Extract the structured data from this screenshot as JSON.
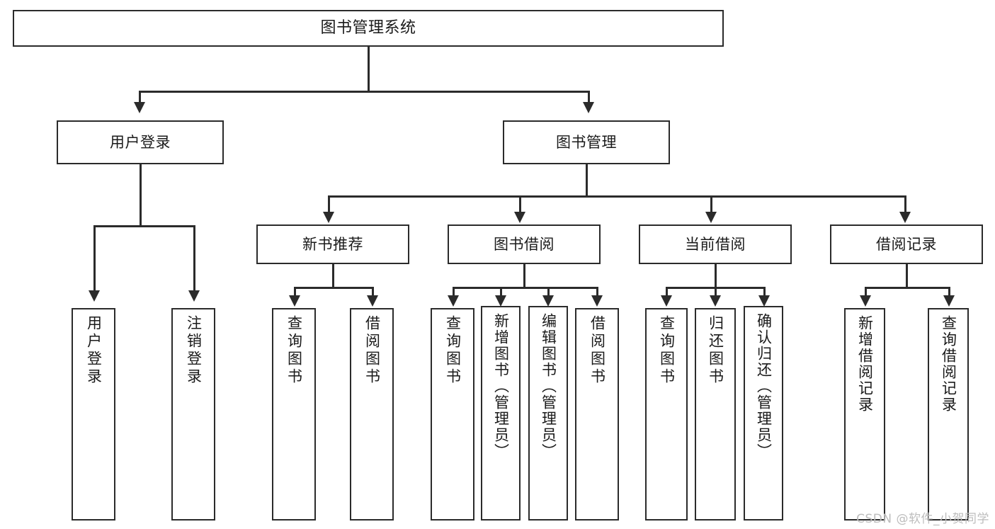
{
  "diagram": {
    "title": "图书管理系统",
    "type": "tree",
    "watermark": "CSDN @软件_小贺同学",
    "colors": {
      "stroke": "#2b2b2b",
      "fill": "#ffffff",
      "text": "#1a1a1a",
      "watermark": "#bdbdbd"
    },
    "nodes": {
      "root": {
        "label": "图书管理系统"
      },
      "level2": [
        {
          "label": "用户登录"
        },
        {
          "label": "图书管理"
        }
      ],
      "level3": [
        {
          "label": "新书推荐"
        },
        {
          "label": "图书借阅"
        },
        {
          "label": "当前借阅"
        },
        {
          "label": "借阅记录"
        }
      ],
      "leaves": {
        "user_login": [
          {
            "label": "用户登录"
          },
          {
            "label": "注销登录"
          }
        ],
        "new_book_rec": [
          {
            "label": "查询图书"
          },
          {
            "label": "借阅图书"
          }
        ],
        "book_borrow": [
          {
            "label": "查询图书"
          },
          {
            "label": "新增图书（管理员）"
          },
          {
            "label": "编辑图书（管理员）"
          },
          {
            "label": "借阅图书"
          }
        ],
        "current_borrow": [
          {
            "label": "查询图书"
          },
          {
            "label": "归还图书"
          },
          {
            "label": "确认归还（管理员）"
          }
        ],
        "borrow_record": [
          {
            "label": "新增借阅记录"
          },
          {
            "label": "查询借阅记录"
          }
        ]
      }
    }
  }
}
